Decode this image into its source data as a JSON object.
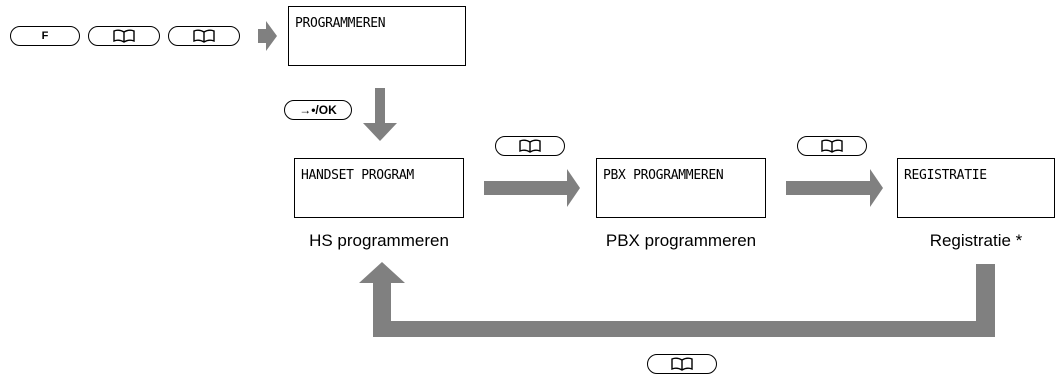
{
  "keys": {
    "f_label": "F",
    "ok_label": "→•/OK",
    "phonebook_icon": "book-icon"
  },
  "screens": {
    "start": "PROGRAMMEREN",
    "handset": "HANDSET PROGRAM",
    "pbx": "PBX PROGRAMMEREN",
    "registration": "REGISTRATIE"
  },
  "captions": {
    "handset": "HS programmeren",
    "pbx": "PBX programmeren",
    "registration": "Registratie *"
  },
  "colors": {
    "arrow": "#808080",
    "outline": "#000000"
  }
}
